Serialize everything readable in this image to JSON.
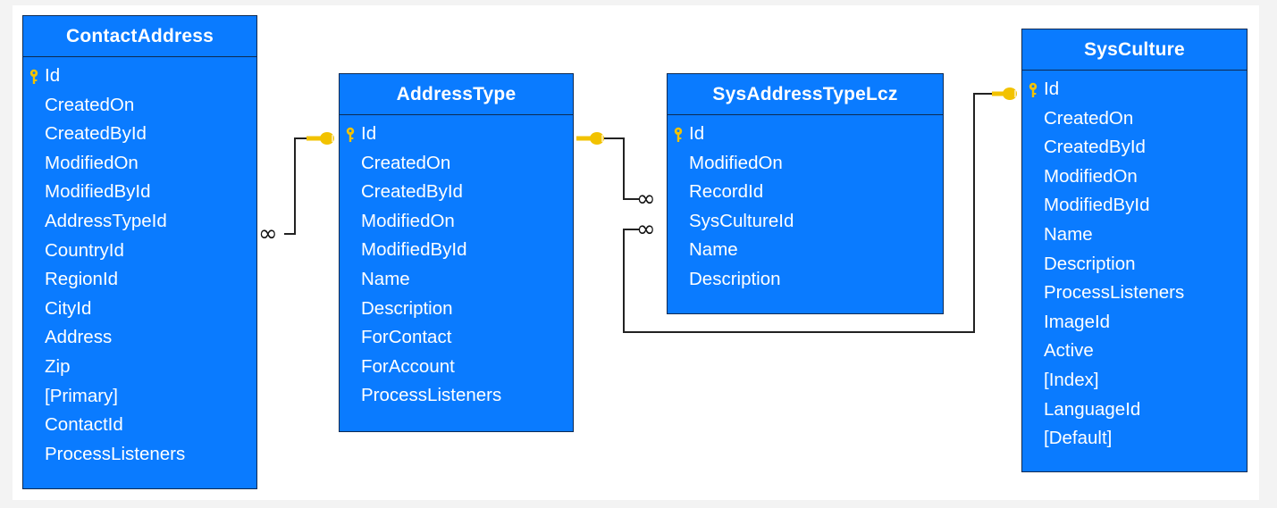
{
  "tables": {
    "contact_address": {
      "title": "ContactAddress",
      "fields": [
        "Id",
        "CreatedOn",
        "CreatedById",
        "ModifiedOn",
        "ModifiedById",
        "AddressTypeId",
        "CountryId",
        "RegionId",
        "CityId",
        "Address",
        "Zip",
        "[Primary]",
        "ContactId",
        "ProcessListeners"
      ]
    },
    "address_type": {
      "title": "AddressType",
      "fields": [
        "Id",
        "CreatedOn",
        "CreatedById",
        "ModifiedOn",
        "ModifiedById",
        "Name",
        "Description",
        "ForContact",
        "ForAccount",
        "ProcessListeners"
      ]
    },
    "sys_address_type_lcz": {
      "title": "SysAddressTypeLcz",
      "fields": [
        "Id",
        "ModifiedOn",
        "RecordId",
        "SysCultureId",
        "Name",
        "Description"
      ]
    },
    "sys_culture": {
      "title": "SysCulture",
      "fields": [
        "Id",
        "CreatedOn",
        "CreatedById",
        "ModifiedOn",
        "ModifiedById",
        "Name",
        "Description",
        "ProcessListeners",
        "ImageId",
        "Active",
        "[Index]",
        "LanguageId",
        "[Default]"
      ]
    }
  },
  "relation_symbols": {
    "many": "∞"
  },
  "colors": {
    "table_fill": "#0a7bff",
    "table_border": "#0d2a52",
    "key": "#f2c200",
    "connector": "#222222"
  },
  "icons": [
    "primary-key-icon",
    "relation-key-icon",
    "many-side-symbol"
  ]
}
